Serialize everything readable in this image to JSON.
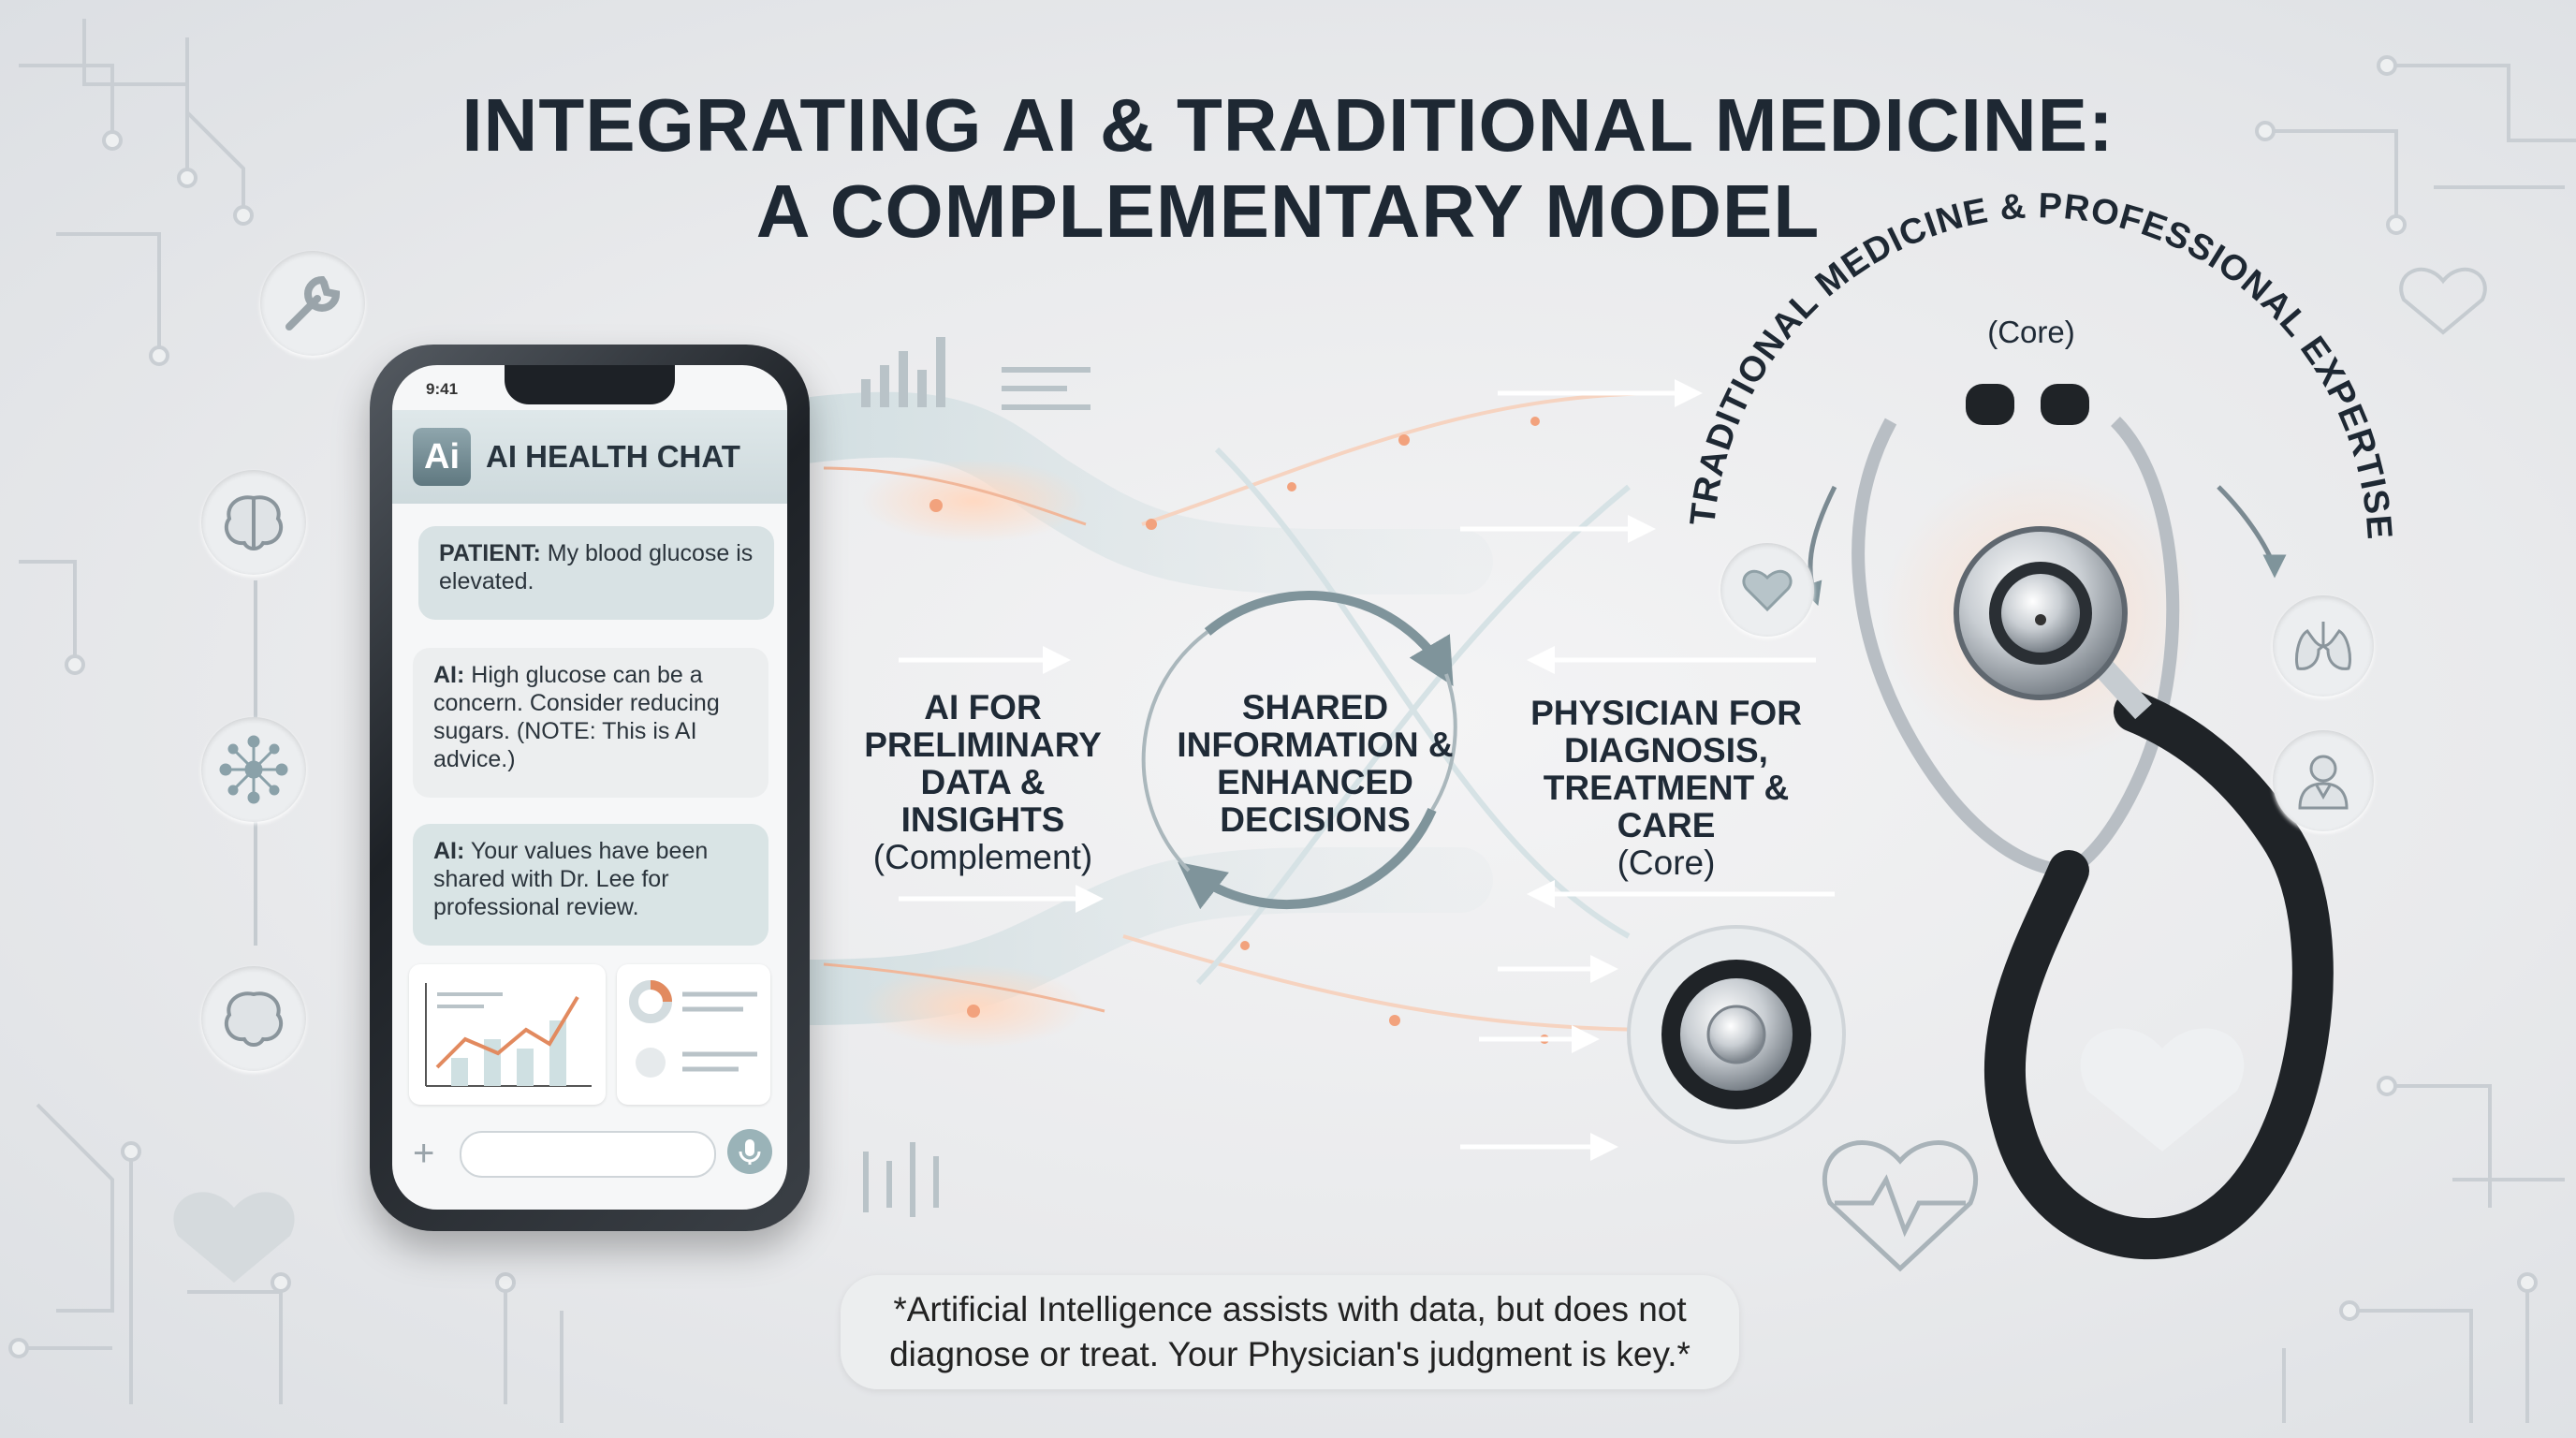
{
  "title": {
    "line1": "INTEGRATING AI & TRADITIONAL MEDICINE:",
    "line2": "A COMPLEMENTARY MODEL"
  },
  "phone": {
    "status_time": "9:41",
    "app_logo": "Ai",
    "app_title": "AI HEALTH CHAT",
    "messages": [
      {
        "speaker": "PATIENT:",
        "text": " My blood glucose is elevated."
      },
      {
        "speaker": "AI:",
        "text": " High glucose can be a concern. Consider reducing sugars. (NOTE: This is AI advice.)"
      },
      {
        "speaker": "AI:",
        "text": " Your values have been shared with Dr. Lee for professional review."
      }
    ]
  },
  "left_label": {
    "main": "AI FOR PRELIMINARY DATA & INSIGHTS",
    "sub": "(Complement)"
  },
  "center_label": "SHARED INFORMATION & ENHANCED DECISIONS",
  "right_label": {
    "main": "PHYSICIAN FOR DIAGNOSIS, TREATMENT & CARE",
    "sub": "(Core)"
  },
  "arc": {
    "text": "TRADITIONAL MEDICINE & PROFESSIONAL EXPERTISE",
    "sub": "(Core)"
  },
  "disclaimer": {
    "line1": "*Artificial Intelligence assists with data, but does not",
    "line2": "diagnose or treat. Your Physician's judgment is key.*"
  },
  "icons": {
    "left_column": [
      "wrench-icon",
      "brain-icon",
      "neural-network-icon",
      "brain-icon"
    ],
    "right_column": [
      "heart-icon",
      "lungs-icon",
      "doctor-icon",
      "heartbeat-icon"
    ]
  },
  "colors": {
    "title": "#1e2833",
    "accent_teal": "#8aa9b0",
    "glow_orange": "#f0a27a",
    "arrow": "#ffffff"
  }
}
